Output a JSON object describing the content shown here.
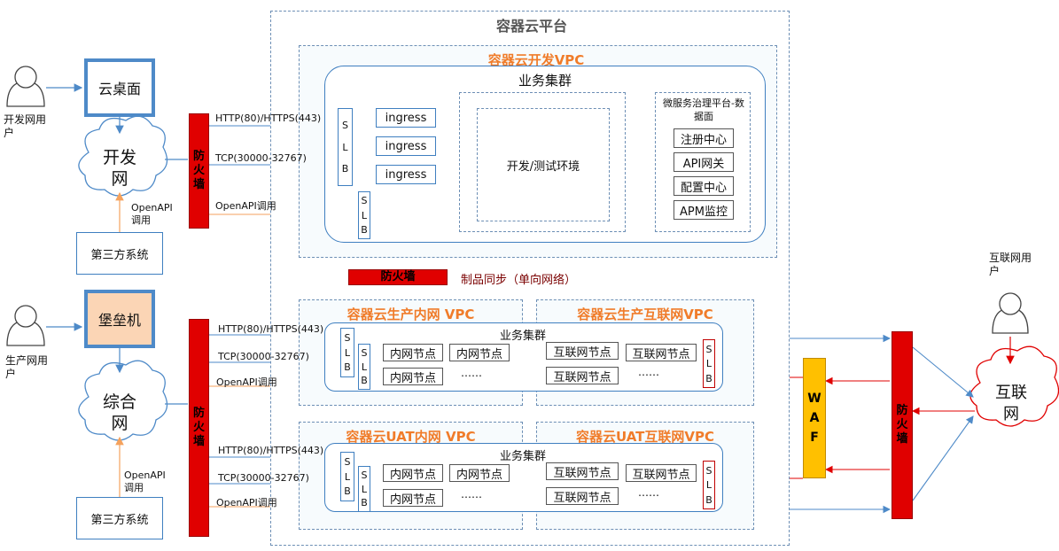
{
  "platform": {
    "title": "容器云平台"
  },
  "dev_vpc": {
    "title": "容器云开发VPC",
    "cluster_title": "业务集群",
    "ingress": [
      "ingress",
      "ingress",
      "ingress"
    ],
    "env_label": "开发/测试环境",
    "governance": {
      "title": "微服务治理平台-数据面",
      "items": [
        "注册中心",
        "API网关",
        "配置中心",
        "APM监控"
      ]
    }
  },
  "prod_intra_vpc": {
    "title": "容器云生产内网 VPC"
  },
  "prod_inet_vpc": {
    "title": "容器云生产互联网VPC"
  },
  "uat_intra_vpc": {
    "title": "容器云UAT内网 VPC"
  },
  "uat_inet_vpc": {
    "title": "容器云UAT互联网VPC"
  },
  "cluster_title": "业务集群",
  "intra_node": "内网节点",
  "inet_node": "互联网节点",
  "ellipsis": "……",
  "slb_letters": [
    "S",
    "L",
    "B"
  ],
  "firewall_letters": [
    "防",
    "火",
    "墙"
  ],
  "firewall_label": "防火墙",
  "waf_letters": [
    "W",
    "A",
    "F"
  ],
  "sync_label": "制品同步（单向网络）",
  "links": {
    "http": "HTTP(80)/HTTPS(443)",
    "tcp": "TCP(30000-32767)",
    "openapi": "OpenAPI调用"
  },
  "left": {
    "dev_user": "开发网用户",
    "cloud_desktop": "云桌面",
    "dev_net": "开发网",
    "openapi_call": "OpenAPI调用",
    "third_party": "第三方系统",
    "prod_user": "生产网用户",
    "bastion": "堡垒机",
    "integrated_net": "综合网"
  },
  "right": {
    "internet_user": "互联网用户",
    "internet": "互联网"
  },
  "colors": {
    "blue": "#4e8ac8",
    "orange": "#f5a25d",
    "red": "#e00000",
    "waf": "#ffc000",
    "bastion": "#fbd5b5"
  }
}
